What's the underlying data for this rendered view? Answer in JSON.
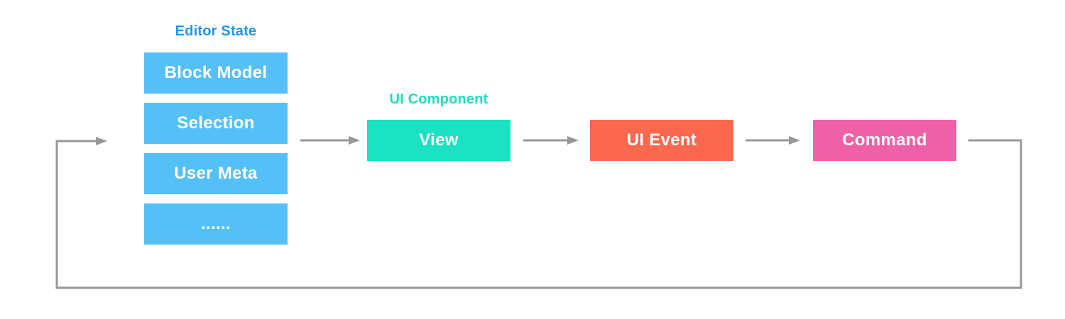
{
  "diagram": {
    "title_implicit": "Editor data flow loop",
    "editor_state": {
      "label": "Editor State",
      "label_color": "#1E96F0",
      "box_color": "#55C0F7",
      "items": [
        {
          "label": "Block Model"
        },
        {
          "label": "Selection"
        },
        {
          "label": "User Meta"
        },
        {
          "label": "......"
        }
      ]
    },
    "ui_component": {
      "label": "UI Component",
      "label_color": "#1BDEC0",
      "view": {
        "label": "View",
        "color": "#1BE2C2"
      }
    },
    "ui_event": {
      "label": "UI Event",
      "color": "#FB684D"
    },
    "command": {
      "label": "Command",
      "color": "#EF60A6"
    },
    "node_text_color": "#FFFFFF",
    "arrow_color": "#979797"
  }
}
